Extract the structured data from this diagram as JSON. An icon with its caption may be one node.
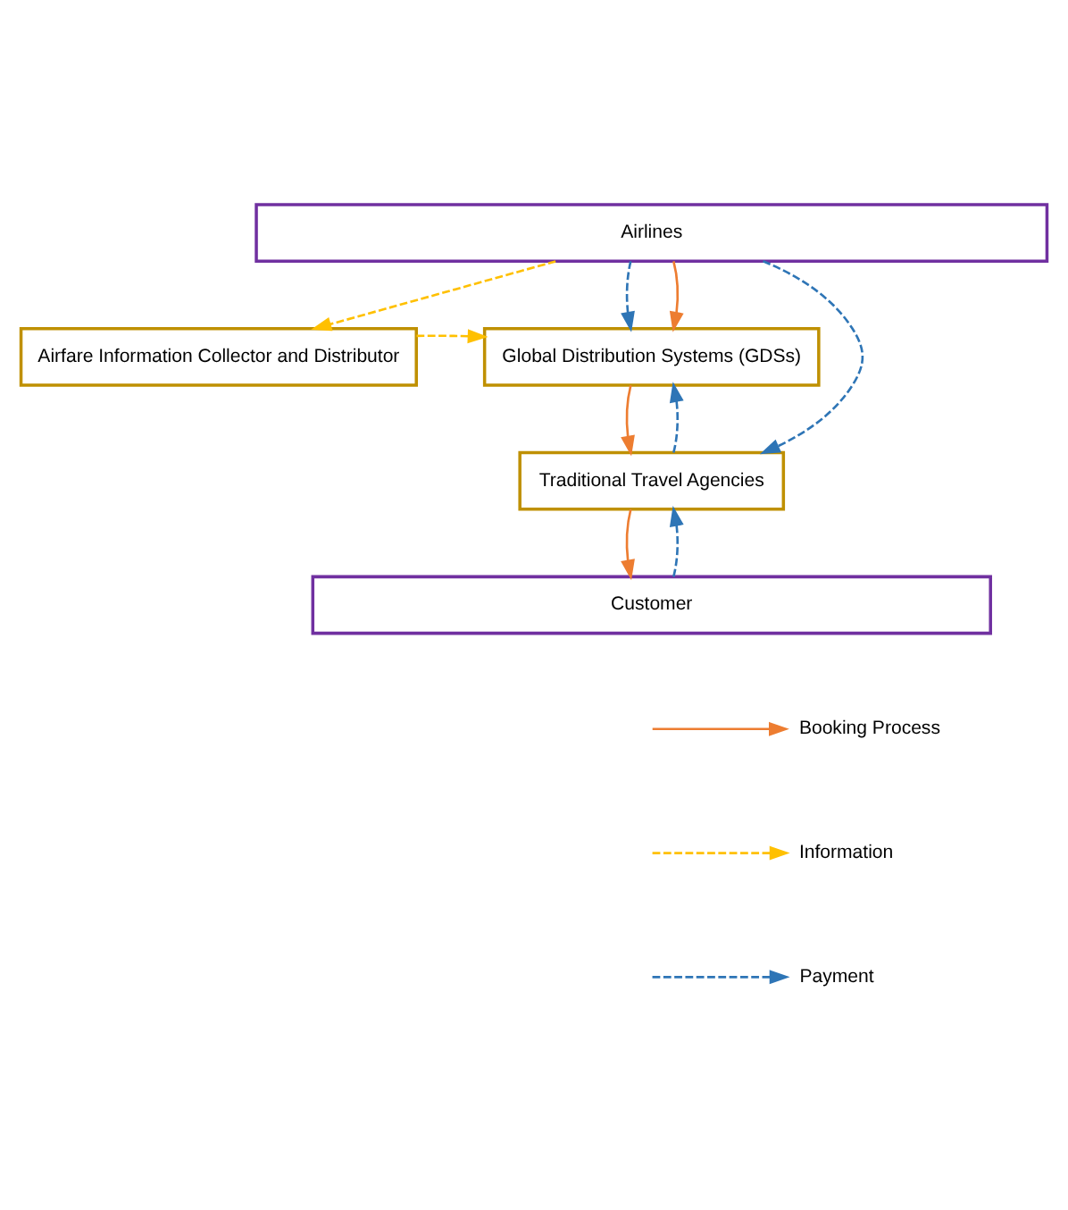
{
  "diagram": {
    "nodes": [
      {
        "text": [
          "Airlines"
        ]
      },
      {
        "text": [
          "Airfare Information Collector and Distributor"
        ]
      },
      {
        "text": [
          "Global Distribution Systems (GDSs)"
        ]
      },
      {
        "text": [
          "Traditional Travel Agencies"
        ]
      },
      {
        "text": [
          "Customer"
        ]
      }
    ],
    "edges": [
      {
        "from": 0,
        "to": 1,
        "arrow": "to",
        "style": "dashed",
        "color": "#ffc000"
      },
      {
        "from": 1,
        "to": 2,
        "arrow": "to",
        "style": "dashed",
        "color": "#ffc000"
      },
      {
        "from": 0,
        "to": 2,
        "arrow": "to",
        "style": "dashed"
      },
      {
        "from": 0,
        "to": 2,
        "arrow": "to",
        "color": "#ed7d31"
      },
      {
        "from": 3,
        "to": 2,
        "arrow": "to",
        "style": "dashed"
      },
      {
        "from": 2,
        "to": 3,
        "arrow": "to",
        "color": "#ed7d31"
      },
      {
        "from": 0,
        "to": 3,
        "arrow": "to",
        "style": "dashed"
      },
      {
        "from": 4,
        "to": 3,
        "arrow": "to",
        "style": "dashed"
      },
      {
        "from": 3,
        "to": 4,
        "arrow": "to",
        "color": "#ed7d31"
      }
    ],
    "legend": [
      {
        "text": "Booking Process"
      },
      {
        "text": "Information"
      },
      {
        "text": "Payment"
      }
    ]
  }
}
